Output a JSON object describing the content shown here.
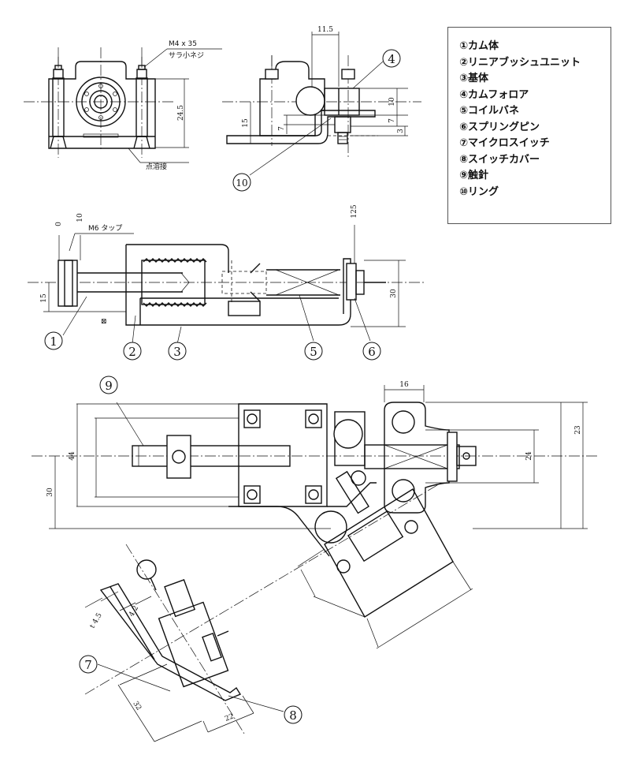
{
  "legend": [
    "①カム体",
    "②リニアブッシュユニット",
    "③基体",
    "④カムフォロア",
    "⑤コイルバネ",
    "⑥スプリングピン",
    "⑦マイクロスイッチ",
    "⑧スイッチカバー",
    "⑨触針",
    "⑩リング"
  ],
  "notes": {
    "screw": "M4 x 35",
    "screw_type": "サラ小ネジ",
    "weld": "点溶接",
    "tap": "M6 タップ"
  },
  "dimensions": {
    "front_height": "24.5",
    "side_width": "11.5",
    "side_height": "15",
    "side_10": "10",
    "side_7a": "7",
    "side_7b": "7",
    "side_3": "3",
    "sec_0": "0",
    "sec_10": "10",
    "sec_15": "15",
    "sec_30": "30",
    "sec_125": "125",
    "plan_16": "16",
    "plan_23": "23",
    "plan_24": "24",
    "plan_44": "44",
    "plan_30": "30",
    "det_t45": "t 4.5",
    "det_42": "4.2",
    "det_32": "32",
    "det_22": "22"
  },
  "balloons": {
    "b1": "1",
    "b2": "2",
    "b3": "3",
    "b4": "4",
    "b5": "5",
    "b6": "6",
    "b7": "7",
    "b8": "8",
    "b9": "9",
    "b10": "10"
  }
}
